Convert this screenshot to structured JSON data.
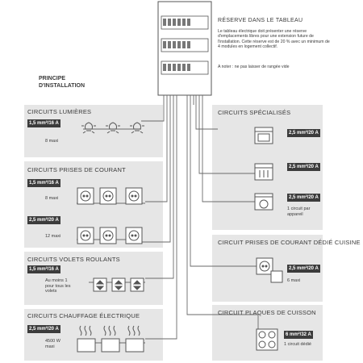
{
  "principle": {
    "line1": "PRINCIPE",
    "line2": "D'INSTALLATION"
  },
  "reserve": {
    "title": "RÉSERVE DANS LE TABLEAU",
    "text": "Le tableau électrique doit présenter une réserve d'emplacements libres pour une extension future de l'installation. Cette réserve est de 20 % avec un minimum de 4 modules en logement collectif.",
    "note": "A noter : ne pas laisser de rangée vide"
  },
  "left_panels": [
    {
      "title": "CIRCUITS LUMIÈRES",
      "badge": "1,5 mm²/16 A",
      "desc": "8 maxi",
      "icon": "lightbulb-icon"
    },
    {
      "title": "CIRCUITS PRISES DE COURANT",
      "badge": "1,5 mm²/16 A",
      "desc": "8 maxi",
      "icon": "socket-icon",
      "badge2": "2,5 mm²/20 A",
      "desc2": "12 maxi"
    },
    {
      "title": "CIRCUITS VOLETS ROULANTS",
      "badge": "1,5 mm²/16 A",
      "desc": "Au moins 1 pour tous les volets",
      "icon": "shutter-switch-icon"
    },
    {
      "title": "CIRCUITS CHAUFFAGE ÉLECTRIQUE",
      "badge": "2,5 mm²/20 A",
      "desc": "4500 W maxi",
      "icon": "radiator-icon"
    }
  ],
  "right_panels": [
    {
      "title": "CIRCUITS SPÉCIALISÉS",
      "rows": [
        {
          "badge": "2,5 mm²/20 A",
          "icon": "oven-icon",
          "desc": ""
        },
        {
          "badge": "2,5 mm²/20 A",
          "icon": "dishwasher-icon",
          "desc": ""
        },
        {
          "badge": "2,5 mm²/20 A",
          "icon": "washing-machine-icon",
          "desc": "1 circuit par appareil"
        }
      ]
    },
    {
      "title": "CIRCUIT PRISES DE COURANT DÉDIÉ CUISINE",
      "badge": "2,5 mm²/20 A",
      "desc": "6 maxi",
      "icon": "kitchen-socket-icon"
    },
    {
      "title": "CIRCUIT PLAQUES DE CUISSON",
      "badge": "6 mm²/32 A",
      "desc": "1 circuit dédié",
      "icon": "cooktop-icon"
    }
  ],
  "colors": {
    "panel": "#e6e6e6",
    "badge": "#3c3c3c",
    "line": "#6a6a6a",
    "text": "#3a3a3a"
  }
}
